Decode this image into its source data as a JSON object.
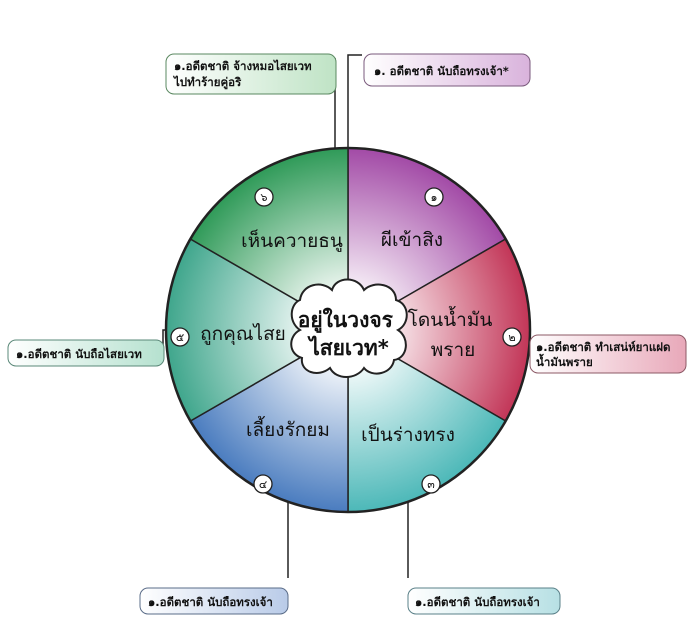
{
  "center": {
    "lines": [
      "อยู่ในวงจร",
      "ไสยเวท*"
    ]
  },
  "segments": [
    {
      "number": "๑",
      "label": [
        "ผีเข้าสิง"
      ]
    },
    {
      "number": "๒",
      "label": [
        "โดนน้ำมัน",
        "พราย"
      ]
    },
    {
      "number": "๓",
      "label": [
        "เป็นร่างทรง"
      ]
    },
    {
      "number": "๔",
      "label": [
        "เลี้ยงรักยม"
      ]
    },
    {
      "number": "๕",
      "label": [
        "ถูกคุณไสย"
      ]
    },
    {
      "number": "๖",
      "label": [
        "เห็นควายธนู"
      ]
    }
  ],
  "callouts": [
    {
      "lines": [
        "๑. อดีตชาติ นับถือทรงเจ้า*"
      ]
    },
    {
      "lines": [
        "๑.อดีตชาติ ทำเสน่ห์ยาแฝด",
        "น้ำมันพราย"
      ]
    },
    {
      "lines": [
        "๑.อดีตชาติ นับถือทรงเจ้า"
      ]
    },
    {
      "lines": [
        "๑.อดีตชาติ นับถือทรงเจ้า"
      ]
    },
    {
      "lines": [
        "๑.อดีตชาติ นับถือไสยเวท"
      ]
    },
    {
      "lines": [
        "๑.อดีตชาติ จ้างหมอไสยเวท",
        "ไปทำร้ายคู่อริ"
      ]
    }
  ],
  "colors": {
    "seg1": "#a24aa6",
    "seg2": "#c23557",
    "seg3": "#4cb8b8",
    "seg4": "#4a7cbf",
    "seg5": "#3fa68c",
    "seg6": "#2f9a58",
    "outline": "#222222"
  }
}
